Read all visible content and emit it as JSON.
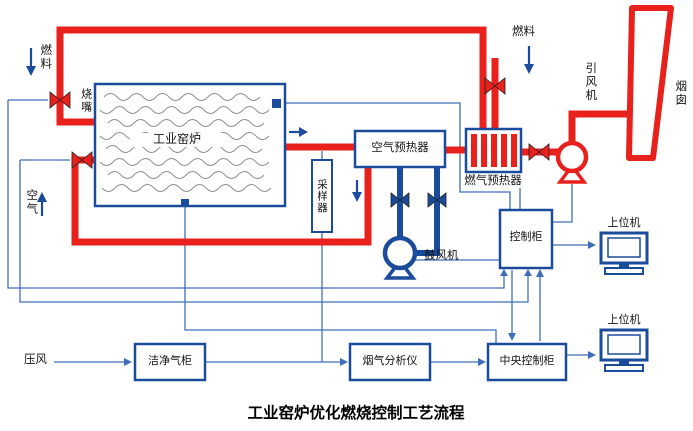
{
  "title": "工业窑炉优化燃烧控制工艺流程",
  "labels": {
    "fuel_left": "燃料",
    "burner": "烧嘴",
    "kiln": "工业窑炉",
    "air": "空气",
    "sampler": "采样器",
    "air_preheater": "空气预热器",
    "gas_preheater": "燃气预热器",
    "fuel_right": "燃料",
    "induced_fan": "引风机",
    "chimney": "烟囱",
    "blower": "鼓风机",
    "control_cabinet": "控制柜",
    "host_computer_top": "上位机",
    "host_computer_bottom": "上位机",
    "compressed_air": "压风",
    "clean_gas_cabinet": "洁净气柜",
    "flue_gas_analyzer": "烟气分析仪",
    "central_control_cabinet": "中央控制柜"
  },
  "colors": {
    "pipe_red": "#e8211d",
    "pipe_blue": "#1b4c9b",
    "signal_blue": "#3f6fba"
  }
}
